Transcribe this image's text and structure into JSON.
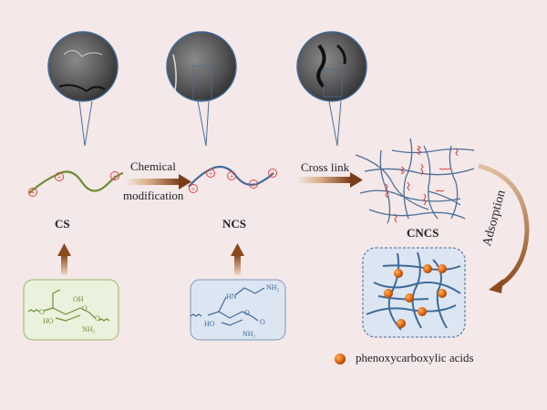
{
  "stages": [
    {
      "label": "CS",
      "color": "#6a8f35"
    },
    {
      "label": "NCS",
      "color": "#3e6a9c"
    },
    {
      "label": "CNCS",
      "color": "#4a6f9a"
    }
  ],
  "arrows": {
    "step1_line1": "Chemical",
    "step1_line2": "modification",
    "step2": "Cross link",
    "step3": "Adsorption"
  },
  "structures": {
    "cs": {
      "groups": [
        "OH",
        "O",
        "HO",
        "NH2",
        "O"
      ]
    },
    "ncs": {
      "groups": [
        "HN",
        "NH2",
        "O",
        "HO",
        "NH2",
        "O"
      ]
    }
  },
  "legend": {
    "label": "phenoxycarboxylic acids",
    "marker_color": "#e06a10"
  },
  "sem_images": [
    "sem-cs",
    "sem-ncs",
    "sem-cncs"
  ],
  "colors": {
    "background": "#f5e8e8",
    "arrow": "#8b4a1c",
    "charge": "#e0443f",
    "network": "#4a6f9a",
    "crosslink": "#d93a3a"
  }
}
